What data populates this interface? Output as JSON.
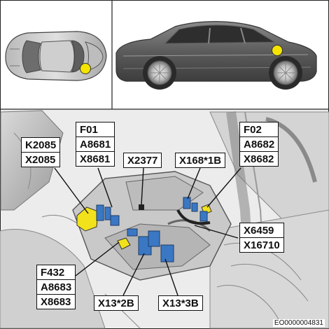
{
  "labels": {
    "k2085": [
      "K2085",
      "X2085"
    ],
    "f01": [
      "F01",
      "A8681",
      "X8681"
    ],
    "x2377": [
      "X2377"
    ],
    "x168": [
      "X168*1B"
    ],
    "f02": [
      "F02",
      "A8682",
      "X8682"
    ],
    "x6459": [
      "X6459",
      "X16710"
    ],
    "f432": [
      "F432",
      "A8683",
      "X8683"
    ],
    "x13_2b": [
      "X13*2B"
    ],
    "x13_3b": [
      "X13*3B"
    ]
  },
  "reference_code": "EO0000004831",
  "colors": {
    "connector_yellow": "#f1e21b",
    "connector_blue": "#3a78c4",
    "location_marker": "#f5e400"
  }
}
